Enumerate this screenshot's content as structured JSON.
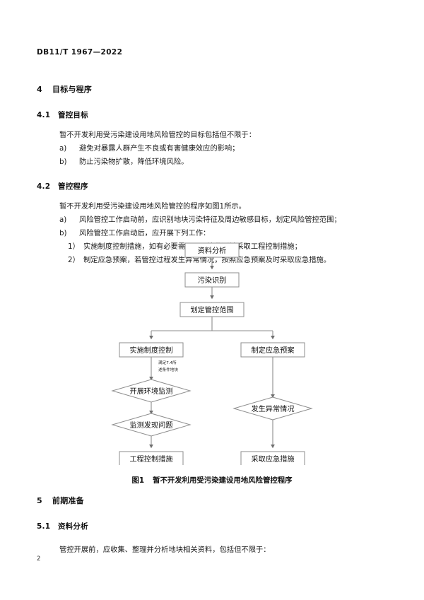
{
  "document": {
    "standard_header": "DB11/T 1967—2022",
    "page_number": "2"
  },
  "section_4": {
    "number": "4",
    "title": "目标与程序",
    "sub_4_1": {
      "number": "4.1",
      "title": "管控目标",
      "lead": "暂不开发利用受污染建设用地风险管控的目标包括但不限于：",
      "items": [
        {
          "marker": "a)",
          "text": "避免对暴露人群产生不良或有害健康效应的影响；"
        },
        {
          "marker": "b)",
          "text": "防止污染物扩散，降低环境风险。"
        }
      ]
    },
    "sub_4_2": {
      "number": "4.2",
      "title": "管控程序",
      "lead": "暂不开发利用受污染建设用地风险管控的程序如图1所示。",
      "items": [
        {
          "marker": "a)",
          "text": "风险管控工作启动前，应识别地块污染特征及周边敏感目标，划定风险管控范围；"
        },
        {
          "marker": "b)",
          "text": "风险管控工作启动后，应开展下列工作："
        }
      ],
      "subitems": [
        {
          "marker": "1）",
          "text": "实施制度控制措施，如有必要需开展环境监测并采取工程控制措施；"
        },
        {
          "marker": "2）",
          "text": "制定应急预案，若管控过程发生异常情况，按照应急预案及时采取应急措施。"
        }
      ]
    }
  },
  "figure": {
    "caption_number": "图1",
    "caption_text": "暂不开发利用受污染建设用地风险管控程序",
    "nodes": {
      "data_analysis": "资料分析",
      "pollution_identification": "污染识别",
      "define_scope": "划定管控范围",
      "institutional_control": "实施制度控制",
      "emergency_plan": "制定应急预案",
      "env_monitoring": "开展环境监测",
      "monitoring_found_issue": "监测发现问题",
      "abnormal_situation": "发生异常情况",
      "engineering_control": "工程控制措施",
      "take_emergency_measures": "采取应急措施"
    },
    "edge_labels": {
      "condition_line1": "满足7.4所",
      "condition_line2": "述条件地块"
    }
  },
  "section_5": {
    "number": "5",
    "title": "前期准备",
    "sub_5_1": {
      "number": "5.1",
      "title": "资料分析",
      "lead": "管控开展前，应收集、整理并分析地块相关资料，包括但不限于："
    }
  },
  "colors": {
    "text": "#1a1a1a",
    "shape_stroke": "#8d8d8d",
    "page_background": "#ffffff"
  }
}
